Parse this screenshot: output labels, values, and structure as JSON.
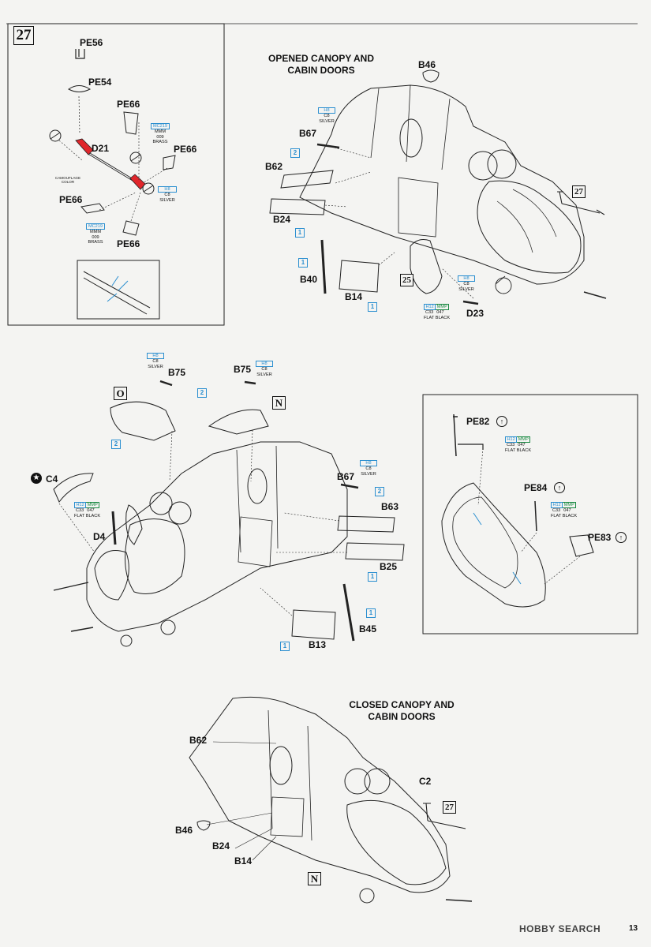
{
  "step_main": "27",
  "sections": {
    "opened_title_l1": "OPENED CANOPY AND",
    "opened_title_l2": "CABIN DOORS",
    "closed_title_l1": "CLOSED CANOPY AND",
    "closed_title_l2": "CABIN DOORS"
  },
  "part_labels": {
    "pe56": "PE56",
    "pe54": "PE54",
    "pe66": "PE66",
    "d21": "D21",
    "b46": "B46",
    "b67": "B67",
    "b62": "B62",
    "b24": "B24",
    "b40": "B40",
    "b14": "B14",
    "d23": "D23",
    "b75": "B75",
    "c4": "C4",
    "d4": "D4",
    "b63": "B63",
    "b25": "B25",
    "b45": "B45",
    "b13": "B13",
    "pe82": "PE82",
    "pe84": "PE84",
    "pe83": "PE83",
    "c2": "C2"
  },
  "step_refs": {
    "ref27": "27",
    "ref25": "25"
  },
  "color_boxes": {
    "one": "1",
    "two": "2"
  },
  "markers": {
    "o": "O",
    "n": "N",
    "flip": "↑"
  },
  "paints": {
    "camouflage": "CAMOUFLAGE COLOR",
    "mc219": "MC219",
    "mmm": "MMM",
    "mmm_num": "009",
    "brass": "BRASS",
    "h8": "H8",
    "c8": "C8",
    "silver": "SILVER",
    "h12": "H12",
    "mmp": "MMP",
    "c33": "C33",
    "mmp_num": "047",
    "flat_black": "FLAT BLACK"
  },
  "page_number": "13",
  "watermark": "HOBBY SEARCH",
  "colors": {
    "red_part": "#e0262b",
    "accent_blue": "#2b8fd0",
    "accent_green": "#1a8a43"
  }
}
